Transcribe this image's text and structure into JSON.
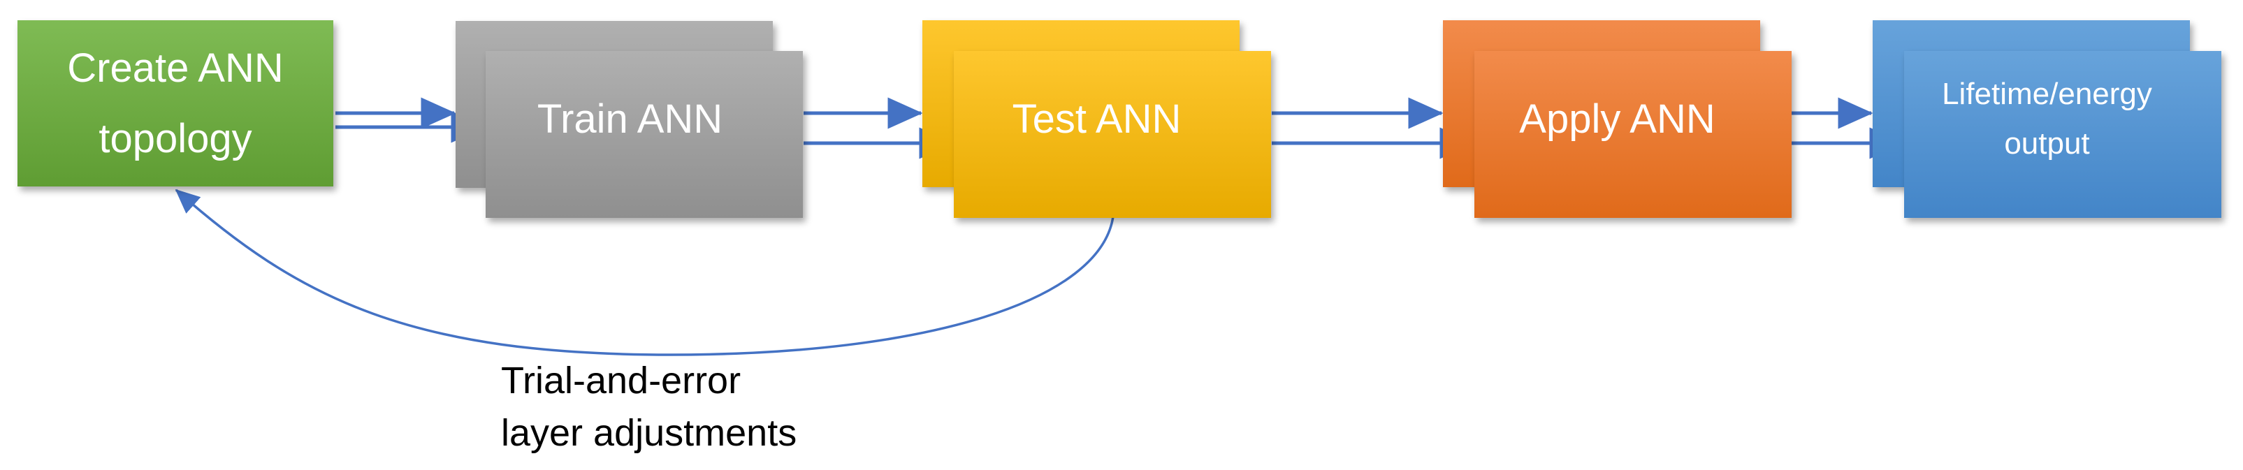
{
  "diagram": {
    "type": "flowchart",
    "background": "#ffffff",
    "nodes": {
      "create": {
        "label": "Create ANN\ntopology",
        "fill_top": "#7fbb54",
        "fill_bottom": "#5f9d33",
        "stacked": false
      },
      "train": {
        "label": "Train ANN",
        "fill_top": "#b0b0b0",
        "fill_bottom": "#8f8f8f",
        "stacked": true
      },
      "test": {
        "label": "Test ANN",
        "fill_top": "#fec72e",
        "fill_bottom": "#e7aa00",
        "stacked": true
      },
      "apply": {
        "label": "Apply ANN",
        "fill_top": "#f28b4b",
        "fill_bottom": "#e06a1a",
        "stacked": true
      },
      "output": {
        "label": "Lifetime/energy\noutput",
        "fill_top": "#67a3db",
        "fill_bottom": "#4385c8",
        "stacked": true
      }
    },
    "connections": [
      {
        "from": "create",
        "to": "train",
        "style": "double-straight-arrow"
      },
      {
        "from": "train",
        "to": "test",
        "style": "double-straight-arrow"
      },
      {
        "from": "test",
        "to": "apply",
        "style": "double-straight-arrow"
      },
      {
        "from": "apply",
        "to": "output",
        "style": "double-straight-arrow"
      },
      {
        "from": "test",
        "to": "create",
        "style": "curved-feedback-arrow"
      }
    ],
    "feedback": {
      "label": "Trial-and-error\nlayer adjustments"
    },
    "colors": {
      "arrow": "#4472c4",
      "box_text": "#ffffff",
      "annotation_text": "#000000"
    }
  }
}
